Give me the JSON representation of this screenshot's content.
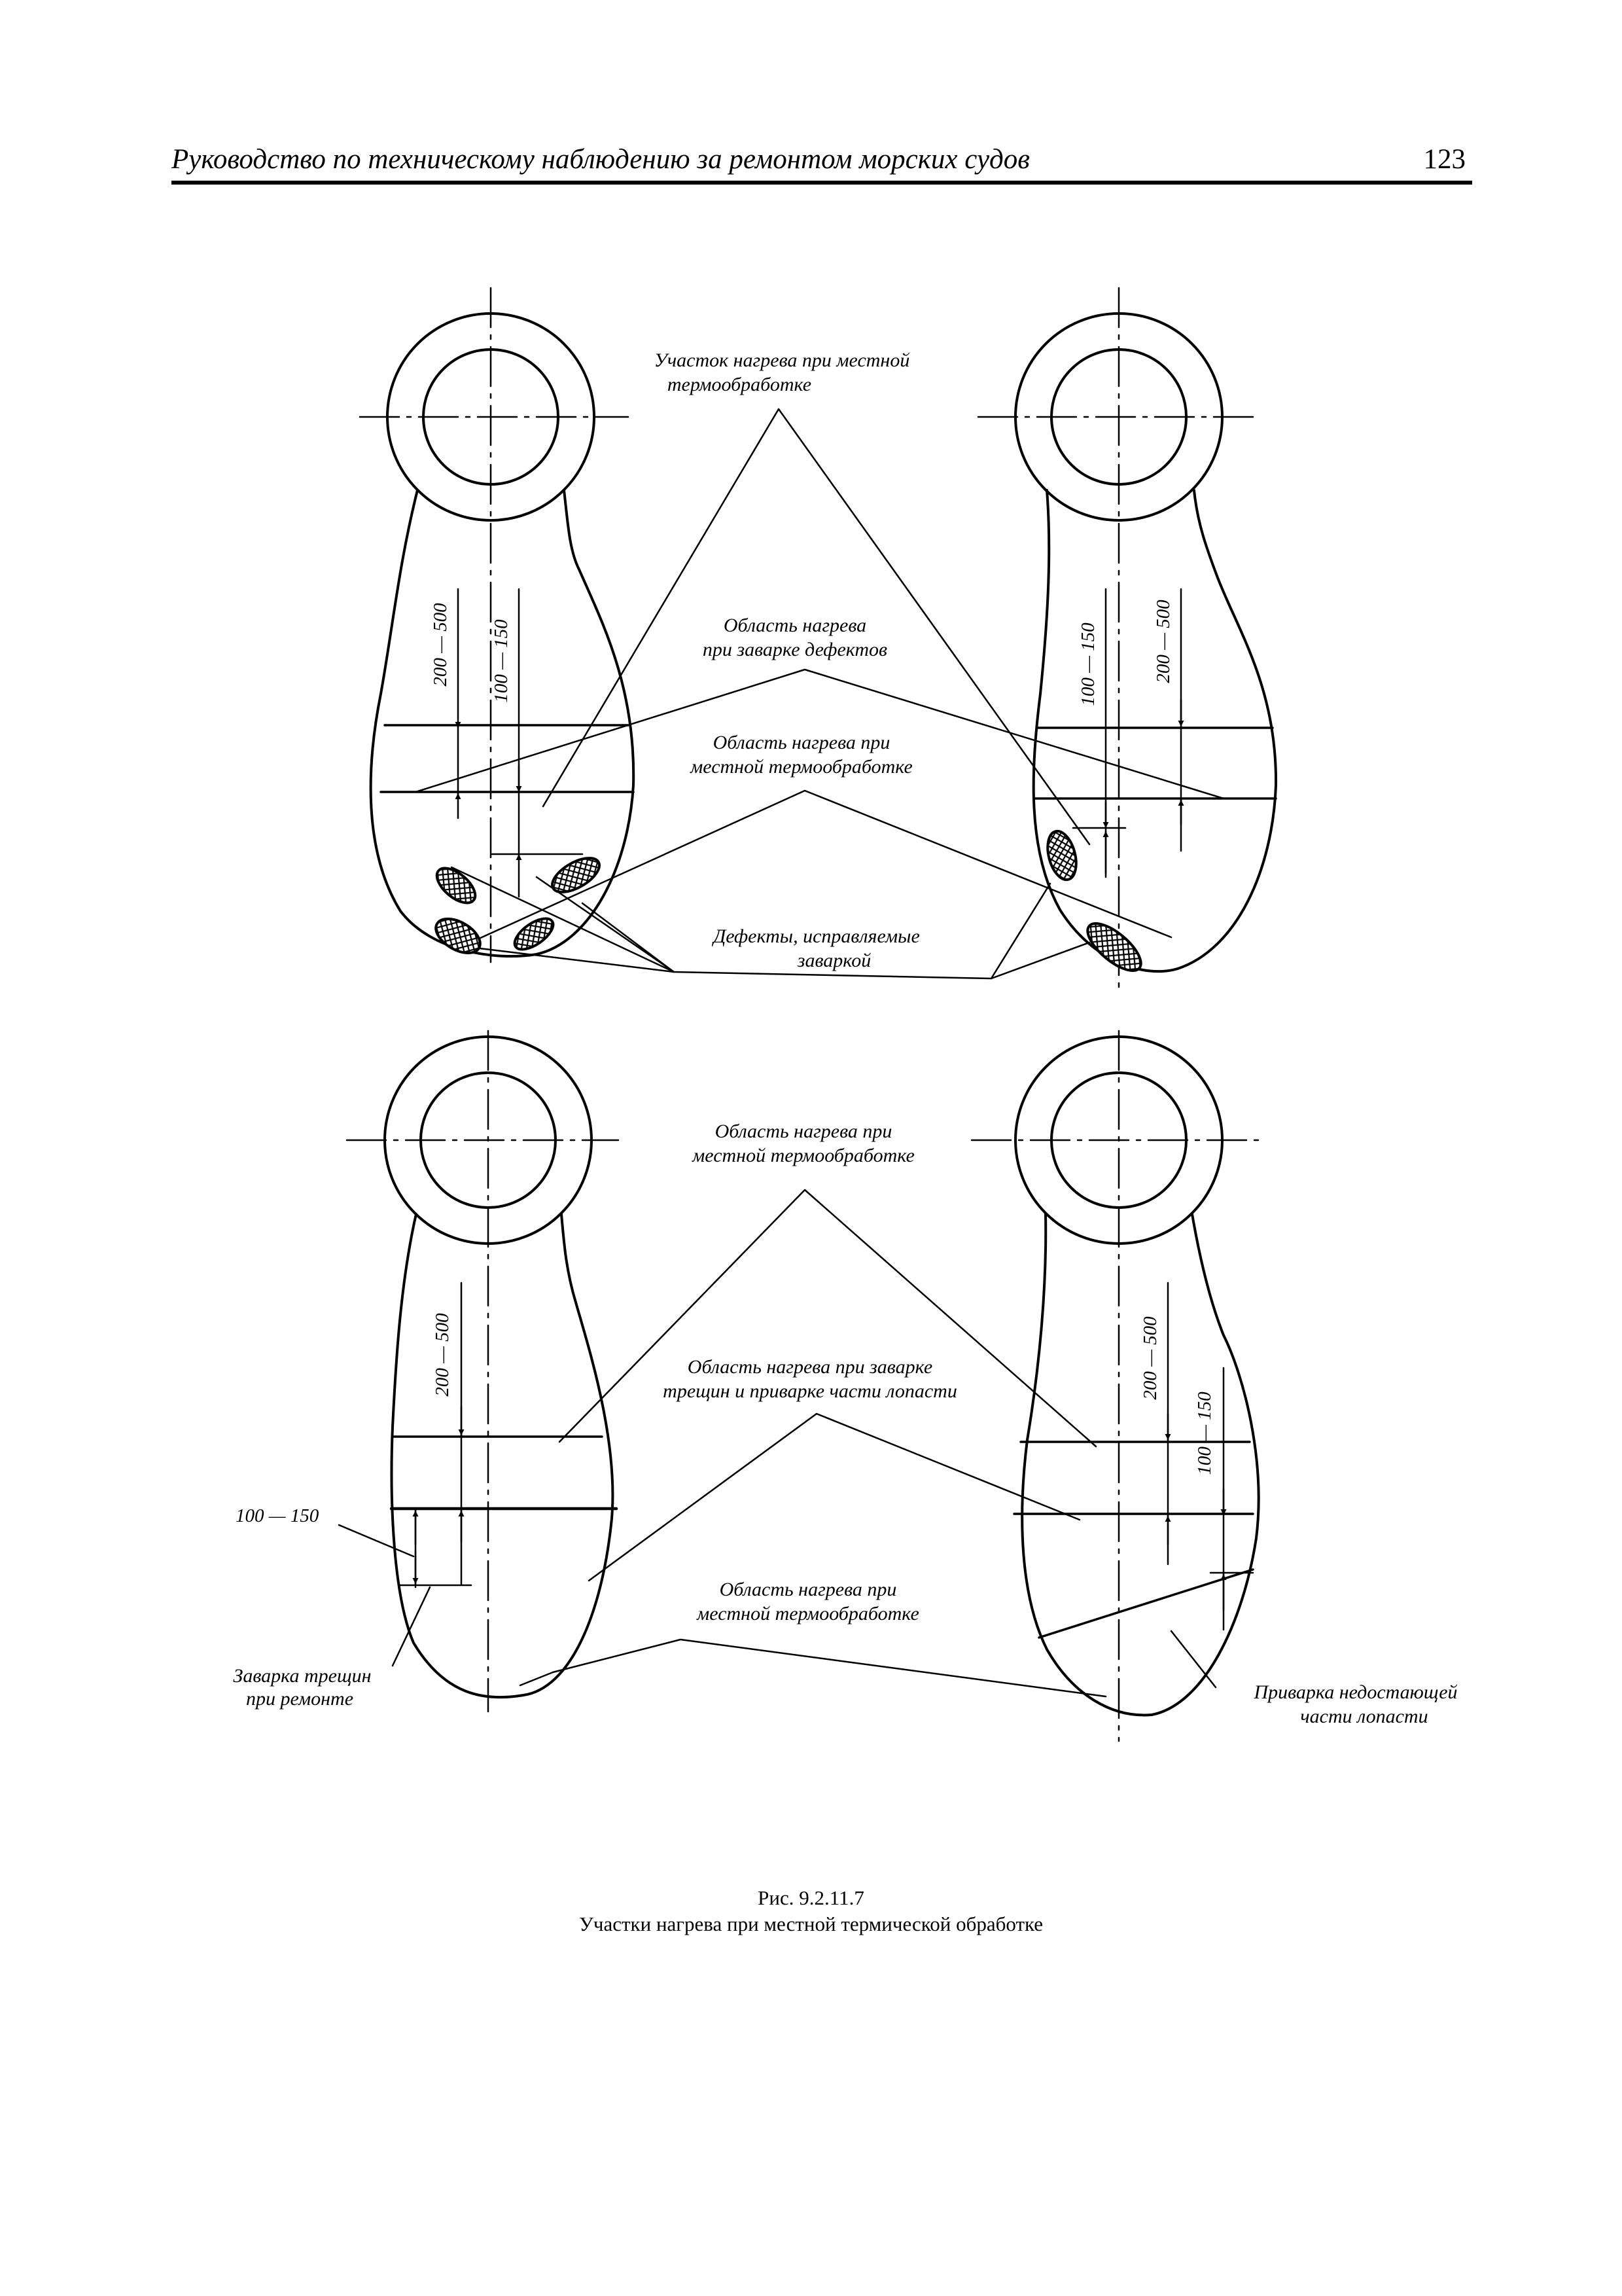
{
  "header": {
    "title": "Руководство по техническому наблюдению за ремонтом морских судов",
    "page_number": "123"
  },
  "figure": {
    "number": "Рис. 9.2.11.7",
    "caption": "Участки нагрева при местной термической обработке",
    "top_labels": {
      "local_heating_line1": "Участок нагрева при местной",
      "local_heating_line2": "термообработке",
      "weld_defects_line1": "Область нагрева",
      "weld_defects_line2": "при заварке дефектов",
      "local_area_line1": "Область нагрева при",
      "local_area_line2": "местной термообработке",
      "defects_line1": "Дефекты, исправляемые",
      "defects_line2": "заваркой"
    },
    "bottom_labels": {
      "local_area_line1": "Область нагрева при",
      "local_area_line2": "местной термообработке",
      "crack_area_line1": "Область нагрева при заварке",
      "crack_area_line2": "трещин и приварке части лопасти",
      "local_area2_line1": "Область нагрева при",
      "local_area2_line2": "местной термообработке",
      "crack_weld_line1": "Заварка трещин",
      "crack_weld_line2": "при ремонте",
      "weld_missing_line1": "Приварка недостающей",
      "weld_missing_line2": "части лопасти"
    },
    "dimensions": {
      "d200_500": "200 — 500",
      "d100_150": "100 — 150"
    }
  }
}
